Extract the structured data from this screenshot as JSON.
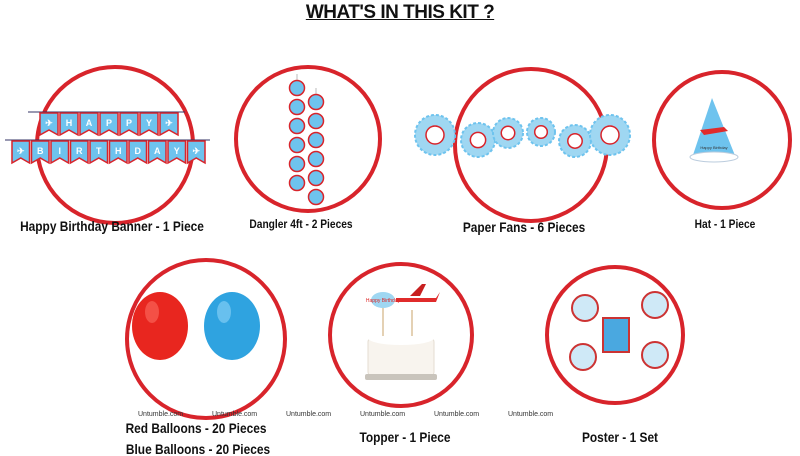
{
  "title": "WHAT'S IN THIS KIT ?",
  "items": [
    {
      "label": "Happy Birthday Banner - 1 Piece",
      "banner_top": "HAPPY",
      "banner_bottom": "BIRTHDAY"
    },
    {
      "label": "Dangler 4ft - 2 Pieces"
    },
    {
      "label": "Paper Fans - 6 Pieces"
    },
    {
      "label": "Hat - 1 Piece",
      "hat_text": "Happy Birthday"
    },
    {
      "label": "Red Balloons - 20 Pieces",
      "label2": "Blue Balloons - 20 Pieces"
    },
    {
      "label": "Topper - 1 Piece",
      "topper_text": "Happy Birthday"
    },
    {
      "label": "Poster - 1 Set"
    }
  ],
  "watermark": "Untumble.com",
  "colors": {
    "ring": "#d8242b",
    "sky": "#5ab4e6",
    "red": "#e02b2b"
  }
}
